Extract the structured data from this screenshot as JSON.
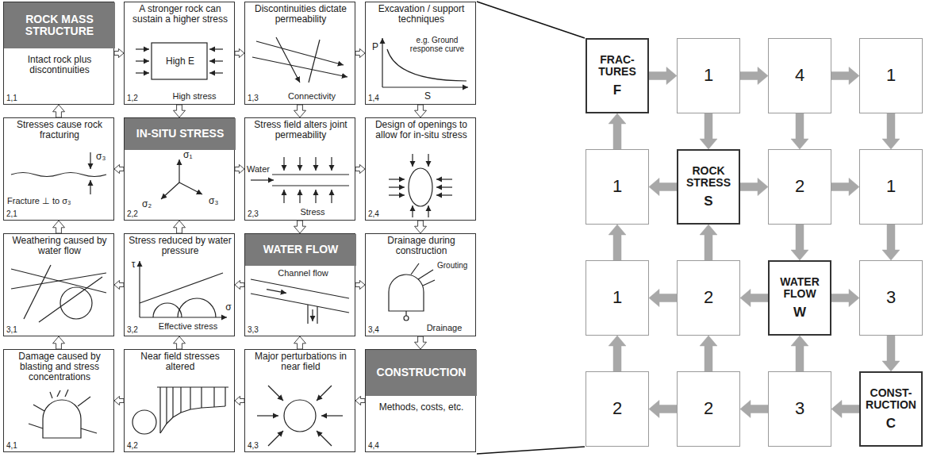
{
  "diagram": {
    "nodes": [
      {
        "text": [
          "ROCK MASS STRUCTURE",
          "Intact rock plus discontinuities",
          "1,1"
        ]
      },
      {
        "text": [
          "A stronger rock can sustain a higher stress",
          "High E",
          "High stress",
          "1,2"
        ]
      },
      {
        "text": [
          "Discontinuities dictate permeability",
          "Connectivity",
          "1,3"
        ]
      },
      {
        "text": [
          "Excavation / support techniques",
          "e.g. Ground response curve",
          "P",
          "S",
          "1,4"
        ]
      },
      {
        "text": [
          "Stresses cause rock fracturing",
          "σ₃",
          "Fracture ⊥ to σ₃",
          "2,1"
        ]
      },
      {
        "text": [
          "IN-SITU STRESS",
          "σ₁",
          "σ₂",
          "σ₃",
          "2,2"
        ]
      },
      {
        "text": [
          "Stress field alters joint permeability",
          "Water",
          "Stress",
          "2,3"
        ]
      },
      {
        "text": [
          "Design of openings to allow for in-situ stress",
          "2,4"
        ]
      },
      {
        "text": [
          "Weathering caused by water flow",
          "3,1"
        ]
      },
      {
        "text": [
          "Stress reduced by water pressure",
          "τ",
          "σ",
          "Effective stress",
          "3,2"
        ]
      },
      {
        "text": [
          "WATER FLOW",
          "Channel flow",
          "3,3"
        ]
      },
      {
        "text": [
          "Drainage during construction",
          "Grouting",
          "Drainage",
          "3,4"
        ]
      },
      {
        "text": [
          "Damage caused by blasting and stress concentrations",
          "4,1"
        ]
      },
      {
        "text": [
          "Near field stresses altered",
          "4,2"
        ]
      },
      {
        "text": [
          "Major perturbations in near field",
          "4,3"
        ]
      },
      {
        "text": [
          "CONSTRUCTION",
          "Methods, costs, etc.",
          "4,4"
        ]
      },
      {
        "text": [
          "FRAC- TURES",
          "F"
        ]
      },
      {
        "text": [
          "1"
        ]
      },
      {
        "text": [
          "4"
        ]
      },
      {
        "text": [
          "1"
        ]
      },
      {
        "text": [
          "1"
        ]
      },
      {
        "text": [
          "ROCK STRESS",
          "S"
        ]
      },
      {
        "text": [
          "2"
        ]
      },
      {
        "text": [
          "1"
        ]
      },
      {
        "text": [
          "1"
        ]
      },
      {
        "text": [
          "2"
        ]
      },
      {
        "text": [
          "WATER FLOW",
          "W"
        ]
      },
      {
        "text": [
          "3"
        ]
      },
      {
        "text": [
          "2"
        ]
      },
      {
        "text": [
          "2"
        ]
      },
      {
        "text": [
          "3"
        ]
      },
      {
        "text": [
          "CONST- RUCTION",
          "C"
        ]
      }
    ],
    "edges": [
      {
        "from": 0,
        "to": 1,
        "arrow": "to"
      },
      {
        "from": 1,
        "to": 2,
        "arrow": "to"
      },
      {
        "from": 2,
        "to": 3,
        "arrow": "to"
      },
      {
        "from": 5,
        "to": 4,
        "arrow": "to"
      },
      {
        "from": 5,
        "to": 6,
        "arrow": "to"
      },
      {
        "from": 6,
        "to": 7,
        "arrow": "to"
      },
      {
        "from": 10,
        "to": 9,
        "arrow": "to"
      },
      {
        "from": 9,
        "to": 8,
        "arrow": "to"
      },
      {
        "from": 10,
        "to": 11,
        "arrow": "to"
      },
      {
        "from": 15,
        "to": 14,
        "arrow": "to"
      },
      {
        "from": 14,
        "to": 13,
        "arrow": "to"
      },
      {
        "from": 13,
        "to": 12,
        "arrow": "to"
      },
      {
        "from": 12,
        "to": 8,
        "arrow": "to"
      },
      {
        "from": 8,
        "to": 4,
        "arrow": "to"
      },
      {
        "from": 4,
        "to": 0,
        "arrow": "to"
      },
      {
        "from": 1,
        "to": 5,
        "arrow": "to"
      },
      {
        "from": 9,
        "to": 5,
        "arrow": "to"
      },
      {
        "from": 13,
        "to": 9,
        "arrow": "to"
      },
      {
        "from": 2,
        "to": 6,
        "arrow": "to"
      },
      {
        "from": 6,
        "to": 10,
        "arrow": "to"
      },
      {
        "from": 14,
        "to": 10,
        "arrow": "to"
      },
      {
        "from": 3,
        "to": 7,
        "arrow": "to"
      },
      {
        "from": 7,
        "to": 11,
        "arrow": "to"
      },
      {
        "from": 11,
        "to": 15,
        "arrow": "to"
      },
      {
        "from": 16,
        "to": 17,
        "arrow": "to"
      },
      {
        "from": 17,
        "to": 18,
        "arrow": "to"
      },
      {
        "from": 18,
        "to": 19,
        "arrow": "to"
      },
      {
        "from": 21,
        "to": 20,
        "arrow": "to"
      },
      {
        "from": 21,
        "to": 22,
        "arrow": "to"
      },
      {
        "from": 22,
        "to": 23,
        "arrow": "to"
      },
      {
        "from": 26,
        "to": 25,
        "arrow": "to"
      },
      {
        "from": 25,
        "to": 24,
        "arrow": "to"
      },
      {
        "from": 26,
        "to": 27,
        "arrow": "to"
      },
      {
        "from": 31,
        "to": 30,
        "arrow": "to"
      },
      {
        "from": 30,
        "to": 29,
        "arrow": "to"
      },
      {
        "from": 29,
        "to": 28,
        "arrow": "to"
      },
      {
        "from": 28,
        "to": 24,
        "arrow": "to"
      },
      {
        "from": 24,
        "to": 20,
        "arrow": "to"
      },
      {
        "from": 20,
        "to": 16,
        "arrow": "to"
      },
      {
        "from": 17,
        "to": 21,
        "arrow": "to"
      },
      {
        "from": 25,
        "to": 21,
        "arrow": "to"
      },
      {
        "from": 29,
        "to": 25,
        "arrow": "to"
      },
      {
        "from": 18,
        "to": 22,
        "arrow": "to"
      },
      {
        "from": 22,
        "to": 26,
        "arrow": "to"
      },
      {
        "from": 30,
        "to": 26,
        "arrow": "to"
      },
      {
        "from": 19,
        "to": 23,
        "arrow": "to"
      },
      {
        "from": 23,
        "to": 27,
        "arrow": "to"
      },
      {
        "from": 27,
        "to": 31,
        "arrow": "to"
      }
    ]
  }
}
